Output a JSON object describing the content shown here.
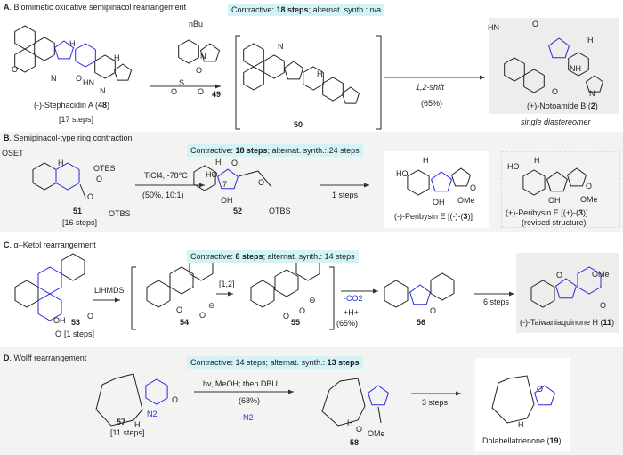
{
  "colors": {
    "highlight_bonds": "#2a2ae0",
    "badge_bg": "#d3f3f6",
    "panel_gray": "#f3f3f2"
  },
  "A": {
    "letter": "A",
    "title": ". Biomimetic oxidative semipinacol rearrangement",
    "badge": {
      "prefix": "Contractive: ",
      "bold": "18 steps",
      "suffix": "; alternat. synth.: n/a"
    },
    "sm_name_pre": "(-)-Stephacidin A (",
    "sm_num": "48",
    "sm_name_post": ")",
    "sm_steps": "[17 steps]",
    "reagent_num": "49",
    "reagent_label": "nBu",
    "intermediate_num": "50",
    "step_label": "1,2-shift",
    "yield": "(65%)",
    "product_pre": "(+)-Notoamide B (",
    "product_num": "2",
    "product_post": ")",
    "note": "single diastereomer",
    "atoms": [
      "H",
      "N",
      "O",
      "HN",
      "O",
      "N",
      "H",
      "O",
      "N",
      "S",
      "O",
      "O",
      "N",
      "H",
      "HN",
      "O",
      "H",
      "NH",
      "O",
      "N"
    ]
  },
  "B": {
    "letter": "B",
    "title": ". Semipinacol-type ring contraction",
    "badge": {
      "prefix": "Contractive: ",
      "bold": "18 steps",
      "suffix": "; alternat. synth.: 24 steps"
    },
    "sm_num": "51",
    "sm_steps": "[16 steps]",
    "reagent": "TiCl4, -78°C",
    "yield": "(50%, 10:1)",
    "int_num": "52",
    "step2": "1 steps",
    "product_pre": "(-)-Peribysin E [(-)-(",
    "product_num": "3",
    "product_post": ")]",
    "revised_pre": "(+)-Peribysin E [(+)-(",
    "revised_num": "3",
    "revised_post": ")]",
    "revised_note": "(revised structure)",
    "atoms": [
      "OSET",
      "H",
      "OTES",
      "O",
      "O",
      "OTBS",
      "HO",
      "H",
      "O",
      "7",
      "O",
      "OH",
      "OTBS",
      "HO",
      "H",
      "O",
      "OH",
      "OMe",
      "HO",
      "H",
      "O",
      "OH",
      "OMe"
    ]
  },
  "C": {
    "letter": "C",
    "title": ". α–Ketol rearrangement",
    "badge": {
      "prefix": "Contractive: ",
      "bold": "8 steps",
      "suffix": "; alternat. synth.: 14 steps"
    },
    "sm_num": "53",
    "sm_steps": "[1 steps]",
    "reagent": "LiHMDS",
    "int1": "54",
    "shift": "[1,2]",
    "int2": "55",
    "cond1": "-CO2",
    "cond2": "+H+",
    "yield": "(65%)",
    "int3": "56",
    "step2": "6 steps",
    "product_pre": "(-)-Taiwaniaquinone H (",
    "product_num": "11",
    "product_post": ")",
    "atoms": [
      "OH",
      "O",
      "O",
      "O",
      "O",
      "⊖",
      "O",
      "O",
      "⊖",
      "O",
      "O",
      "OMe",
      "O"
    ]
  },
  "D": {
    "letter": "D",
    "title": ". Wolff rearrangement",
    "badge": {
      "prefix": "Contractive: 14 steps; alternat. synth.: ",
      "bold": "13 steps",
      "suffix": ""
    },
    "sm_num": "57",
    "sm_steps": "[11 steps]",
    "reagent": "hv, MeOH; then DBU",
    "yield": "(68%)",
    "loss": "-N2",
    "int_num": "58",
    "step2": "3 steps",
    "product_pre": "Dolabellatrienone (",
    "product_num": "19",
    "product_post": ")",
    "atoms": [
      "O",
      "H",
      "N2",
      "H",
      "O",
      "OMe",
      "O",
      "H"
    ]
  }
}
